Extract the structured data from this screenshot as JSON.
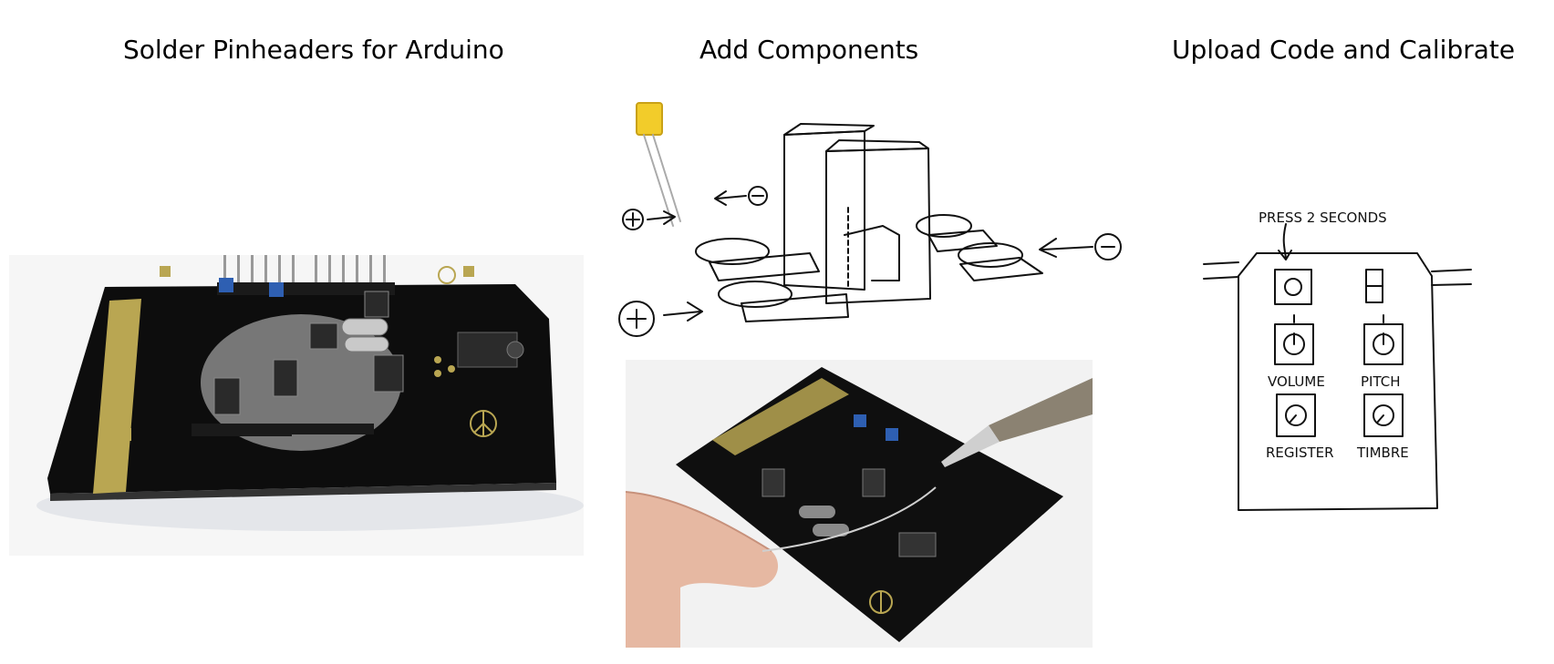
{
  "steps": [
    {
      "title": "Solder Pinheaders for Arduino"
    },
    {
      "title": "Add Components"
    },
    {
      "title": "Upload Code and Calibrate"
    }
  ],
  "sketch": {
    "press_label": "PRESS 2 SECONDS",
    "knobs": [
      "VOLUME",
      "PITCH",
      "REGISTER",
      "TIMBRE"
    ]
  }
}
